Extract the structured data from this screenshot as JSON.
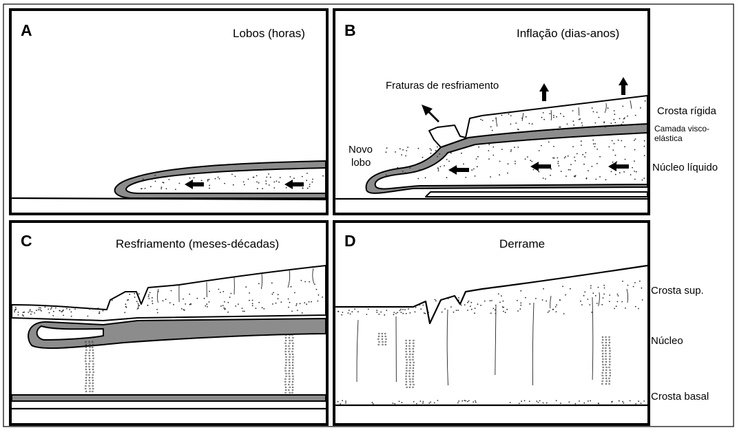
{
  "panels": {
    "a": {
      "letter": "A",
      "title": "Lobos (horas)"
    },
    "b": {
      "letter": "B",
      "title": "Inflação  (dias-anos)",
      "fractures_label": "Fraturas de resfriamento",
      "new_lobe_line1": "Novo",
      "new_lobe_line2": "lobo"
    },
    "c": {
      "letter": "C",
      "title": "Resfriamento (meses-décadas)"
    },
    "d": {
      "letter": "D",
      "title": "Derrame"
    }
  },
  "side_labels": {
    "b": {
      "crust": "Crosta rígida",
      "layer_line1": "Camada visco-",
      "layer_line2": "elástica",
      "core": "Núcleo líquido"
    },
    "d": {
      "upper_crust": "Crosta sup.",
      "core": "Núcleo",
      "basal_crust": "Crosta basal"
    }
  },
  "colors": {
    "viscoelastic_layer": "#8c8c8c",
    "line": "#000000",
    "background": "#ffffff"
  },
  "icons": {
    "flow_arrow": "arrow-left-icon",
    "inflation_arrow": "arrow-up-icon"
  }
}
